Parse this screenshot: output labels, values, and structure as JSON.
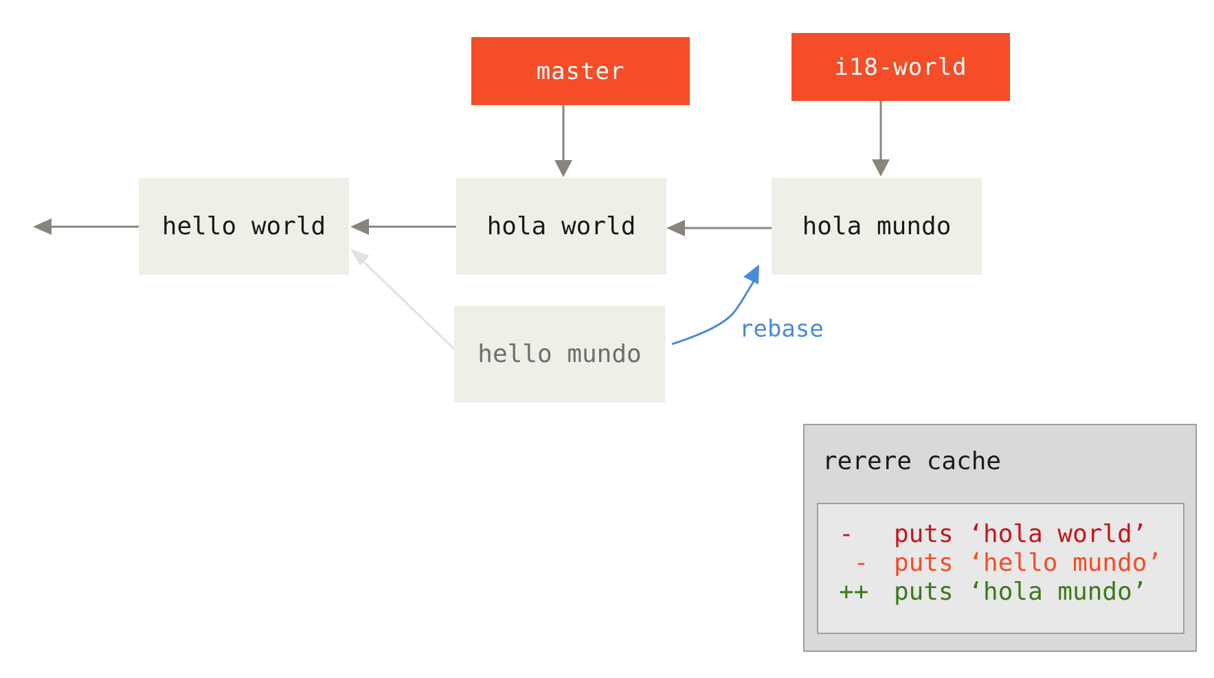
{
  "branches": {
    "master": "master",
    "i18_world": "i18-world"
  },
  "commits": {
    "hello_world": "hello world",
    "hola_world": "hola world",
    "hola_mundo": "hola mundo",
    "hello_mundo": "hello mundo"
  },
  "rebase_label": "rebase",
  "rerere_cache": {
    "title": "rerere cache",
    "lines": [
      {
        "marker": "-",
        "text": "puts ‘hola world’",
        "color": "#c4161c"
      },
      {
        "marker": " -",
        "text": "puts ‘hello mundo’",
        "color": "#f44d27"
      },
      {
        "marker": "++",
        "text": "puts ‘hola mundo’",
        "color": "#3a7a1a"
      }
    ]
  },
  "colors": {
    "branch": "#f44d27",
    "commit_bg": "#f0efe7",
    "arrow": "#8a857c",
    "ghost_arrow": "#e2e2e2",
    "rebase": "#4a8ad8"
  }
}
